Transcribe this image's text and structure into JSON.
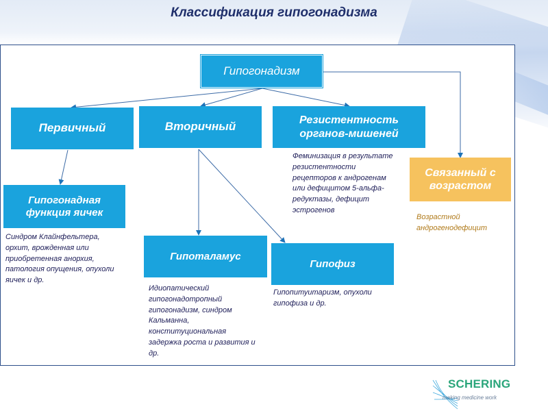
{
  "title": "Классификация гипогонадизма",
  "nodes": {
    "root": "Гипогонадизм",
    "primary": "Первичный",
    "secondary": "Вторичный",
    "resistance": "Резистентность органов-мишеней",
    "age": "Связанный с возрастом",
    "testicular": "Гипогонадная функция яичек",
    "hypothalamus": "Гипоталамус",
    "pituitary": "Гипофиз"
  },
  "descriptions": {
    "testicular": "Синдром Клайнфельтера, орхит, врожденная или приобретенная анорхия, патология опущения, опухоли яичек и др.",
    "resistance": "Феминизация в результате резистентности рецепторов к андрогенам или дефицитом 5-альфа-редуктазы, дефицит эстрогенов",
    "age": "Возрастной андрогенодефицит",
    "hypothalamus": "Идиопатический гипогонадотропный гипогонадизм, синдром Кальманна, конституциональная задержка роста и развития и др.",
    "pituitary": "Гипопитуитаризм, опухоли гипофиза и др."
  },
  "logo": {
    "name": "SCHERING",
    "tagline": "making medicine work"
  },
  "colors": {
    "box_blue": "#1aa3dd",
    "box_orange": "#f6c25e",
    "title": "#1f2f6b",
    "logo_green": "#2aa57a"
  }
}
